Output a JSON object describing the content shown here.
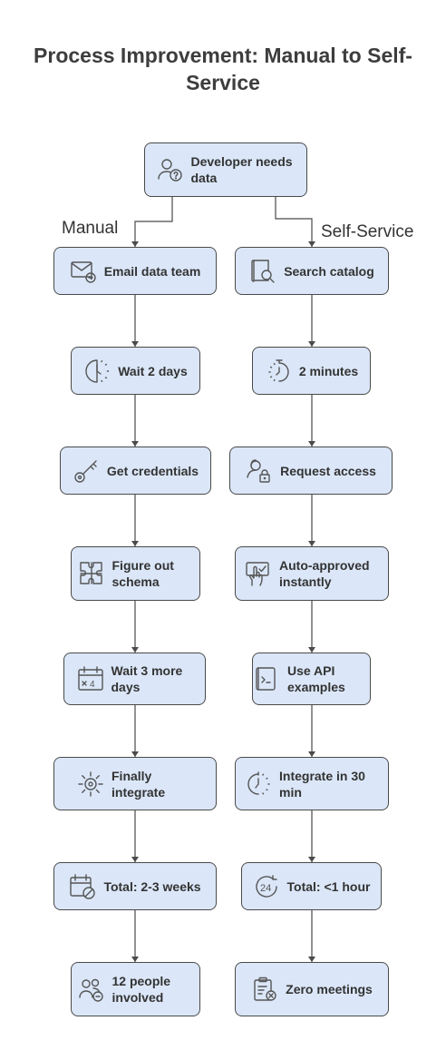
{
  "title": "Process Improvement: Manual to Self-Service",
  "root": {
    "label": "Developer needs data",
    "icon": "user-question-icon"
  },
  "branches": {
    "left": "Manual",
    "right": "Self-Service"
  },
  "manual_steps": [
    {
      "label": "Email data team",
      "icon": "email-send-icon"
    },
    {
      "label": "Wait 2 days",
      "icon": "half-clock-icon"
    },
    {
      "label": "Get credentials",
      "icon": "key-icon"
    },
    {
      "label": "Figure out schema",
      "icon": "puzzle-icon"
    },
    {
      "label": "Wait 3 more days",
      "icon": "calendar-times-four-icon"
    },
    {
      "label": "Finally integrate",
      "icon": "sun-gear-icon"
    },
    {
      "label": "Total: 2-3 weeks",
      "icon": "calendar-blocked-icon"
    },
    {
      "label": "12 people involved",
      "icon": "people-minus-icon"
    }
  ],
  "selfservice_steps": [
    {
      "label": "Search catalog",
      "icon": "catalog-search-icon"
    },
    {
      "label": "2 minutes",
      "icon": "stopwatch-icon"
    },
    {
      "label": "Request access",
      "icon": "user-lock-icon"
    },
    {
      "label": "Auto-approved instantly",
      "icon": "hand-check-icon"
    },
    {
      "label": "Use API examples",
      "icon": "terminal-file-icon"
    },
    {
      "label": "Integrate in 30 min",
      "icon": "timer-icon"
    },
    {
      "label": "Total: <1 hour",
      "icon": "24-hour-icon"
    },
    {
      "label": "Zero meetings",
      "icon": "clipboard-cancel-icon"
    }
  ],
  "colors": {
    "node_fill": "#dbe7f8",
    "node_border": "#4a4a4a",
    "line": "#4a4a4a"
  }
}
